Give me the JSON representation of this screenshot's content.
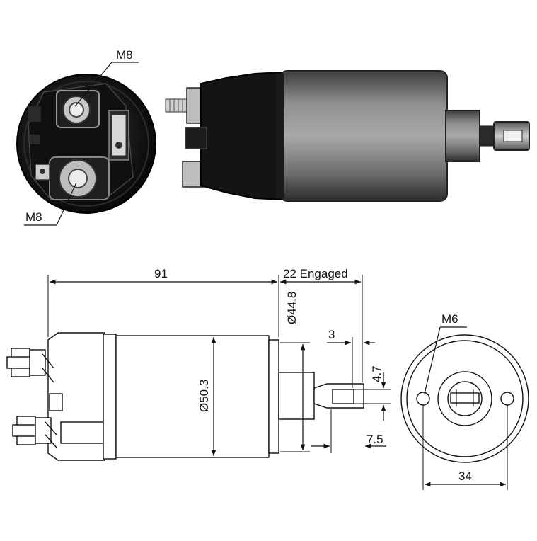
{
  "photo_labels": {
    "top_terminal": "M8",
    "bottom_terminal": "M8"
  },
  "dimensions": {
    "body_length": "91",
    "engaged_travel": "22 Engaged",
    "rear_diameter": "Ø44.8",
    "body_diameter": "Ø50.3",
    "plunger_offset": "3",
    "slot_width": "4.7",
    "tip_length": "7.5",
    "mount_hole_thread": "M6",
    "hole_spacing": "34"
  },
  "colors": {
    "ink": "#111111",
    "body_dark": "#1a1a1a",
    "body_metal": "#7a7a7a",
    "paper": "#ffffff"
  }
}
